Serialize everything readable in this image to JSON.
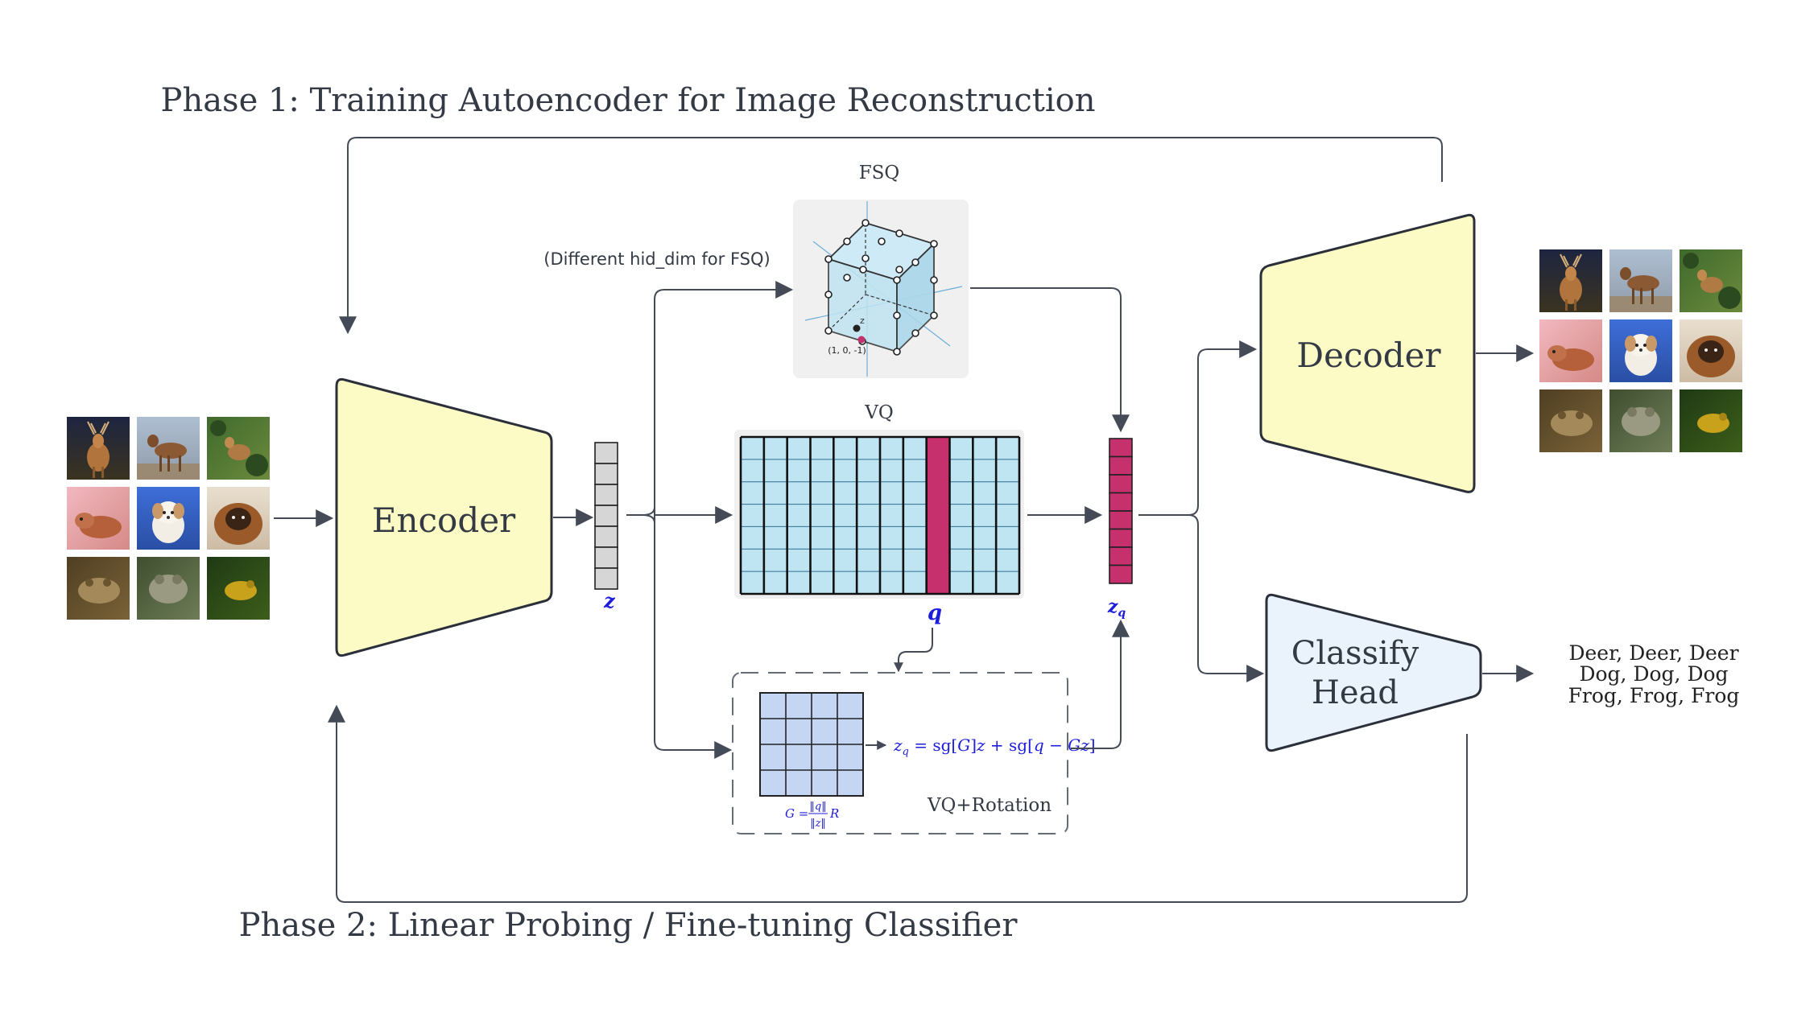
{
  "phase1_title": "Phase 1: Training Autoencoder for Image Reconstruction",
  "phase2_title": "Phase 2: Linear Probing / Fine-tuning Classifier",
  "encoder_label": "Encoder",
  "decoder_label": "Decoder",
  "classify_head_label_line1": "Classify",
  "classify_head_label_line2": "Head",
  "z_label": "z",
  "zq_label_main": "z",
  "zq_label_sub": "q",
  "q_label": "q",
  "fsq_label": "FSQ",
  "fsq_note": "(Different hid_dim for FSQ)",
  "fsq_cube_point_label": "(1, 0, -1)",
  "fsq_cube_axis_label": "z",
  "vq_label": "VQ",
  "vq_rotation_label": "VQ+Rotation",
  "rotation_formula": "z_q = sg[G]z + sg[q − Gz]",
  "rotation_formula_parts": {
    "lhs_main": "z",
    "lhs_sub": "q",
    "eq": " = sg[",
    "g": "G",
    "mid": "]",
    "z": "z",
    "plus": " + sg[",
    "q": "q",
    "minus": " − ",
    "g2": "G",
    "z2": "z",
    "end": "]"
  },
  "g_formula": {
    "lhs": "G =",
    "num": "‖q‖",
    "den": "‖z‖",
    "rhs": "R"
  },
  "output_labels": [
    "Deer, Deer, Deer",
    "Dog, Dog, Dog",
    "Frog, Frog, Frog"
  ],
  "colors": {
    "encoder_fill": "#fcfbc6",
    "decoder_fill": "#fcfbc6",
    "classify_fill": "#eaf3fc",
    "z_fill": "#d6d6d6",
    "zq_fill": "#c5306d",
    "codebook_cell": "#bfe4f2",
    "codebook_highlight": "#c5306d",
    "rotation_cell": "#c5d6f5",
    "arrow": "#444b57",
    "math_blue": "#1d1ddb"
  },
  "input_images": [
    {
      "row": 0,
      "col": 0,
      "subject": "deer"
    },
    {
      "row": 0,
      "col": 1,
      "subject": "deer"
    },
    {
      "row": 0,
      "col": 2,
      "subject": "deer"
    },
    {
      "row": 1,
      "col": 0,
      "subject": "dog"
    },
    {
      "row": 1,
      "col": 1,
      "subject": "dog"
    },
    {
      "row": 1,
      "col": 2,
      "subject": "dog"
    },
    {
      "row": 2,
      "col": 0,
      "subject": "frog"
    },
    {
      "row": 2,
      "col": 1,
      "subject": "frog"
    },
    {
      "row": 2,
      "col": 2,
      "subject": "frog"
    }
  ]
}
